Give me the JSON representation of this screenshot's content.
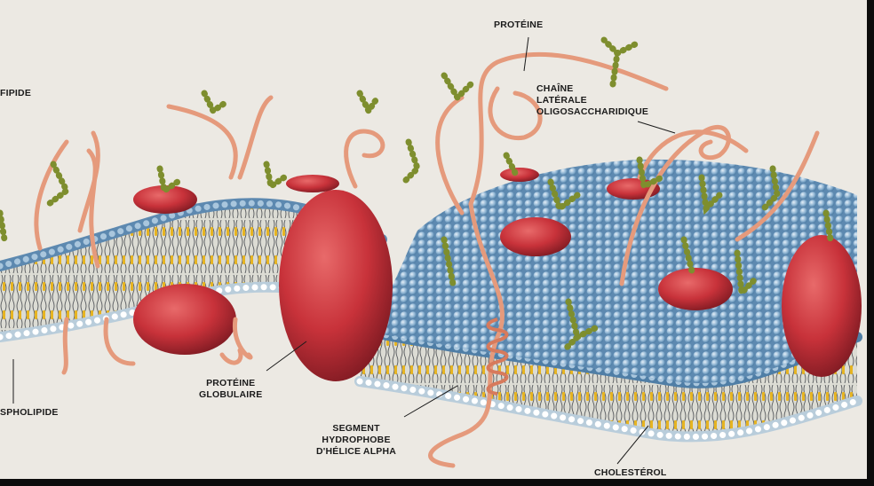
{
  "labels": {
    "proteine": "PROTÉINE",
    "chaine": [
      "CHAÎNE",
      "LATÉRALE",
      "OLIGOSACCHARIDIQUE"
    ],
    "glycolipide_partial": "FIPIDE",
    "phospholipide_partial": "SPHOLIPIDE",
    "proteine_globulaire": [
      "PROTÉINE",
      "GLOBULAIRE"
    ],
    "segment": [
      "SEGMENT",
      "HYDROPHOBE",
      "D'HÉLICE ALPHA"
    ],
    "cholesterol": "CHOLESTÉROL"
  },
  "colors": {
    "background": "#ece9e3",
    "lipid_head": "#7aa4c8",
    "lipid_head_front": "#c6d9e6",
    "protein": "#c8323a",
    "protein_chain": "#e59a7c",
    "sugar_chain": "#7e8e2e",
    "cholesterol": "#e6b422"
  }
}
